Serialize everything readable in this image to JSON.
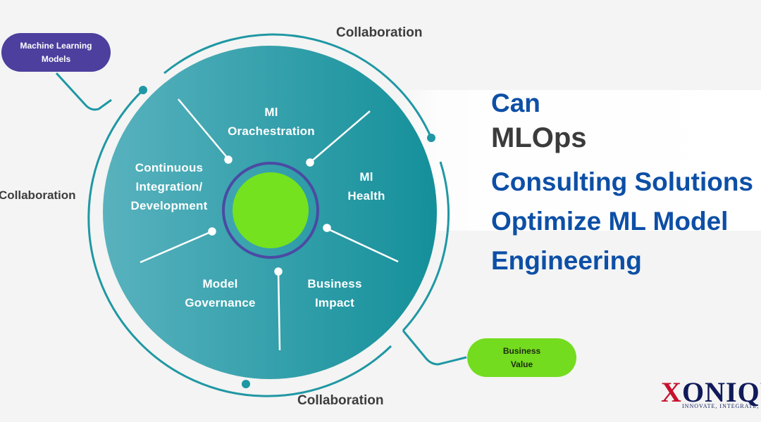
{
  "diagram": {
    "segments": [
      {
        "id": "orchestration",
        "label": "Ml\nOrachestration"
      },
      {
        "id": "health",
        "label": "Ml\nHealth"
      },
      {
        "id": "impact",
        "label": "Business\nImpact"
      },
      {
        "id": "governance",
        "label": "Model\nGovernance"
      },
      {
        "id": "ci",
        "label": "Continuous\nIntegration/\nDevelopment"
      }
    ],
    "collaboration_top": "Collaboration",
    "collaboration_left": "Collaboration",
    "collaboration_bottom": "Collaboration",
    "ml_models": "Machine Learning\nModels",
    "business_value": "Business\nValue"
  },
  "headline": {
    "line1": "Can",
    "line2": "MLOps",
    "line3": "Consulting Solutions",
    "line4": "Optimize ML Model",
    "line5": "Engineering"
  },
  "logo": {
    "x": "X",
    "name": "ONIQUE",
    "tagline": "INNOVATE, INTEGRATE, INSPIRE"
  },
  "colors": {
    "circle_light": "#58b2be",
    "circle_dark": "#14909a",
    "ring_outline": "#1f97a4",
    "core_ring": "#4b4aa3",
    "core": "#74e21e",
    "headline_blue": "#0d4fa6",
    "headline_gray": "#3b3b3b"
  }
}
